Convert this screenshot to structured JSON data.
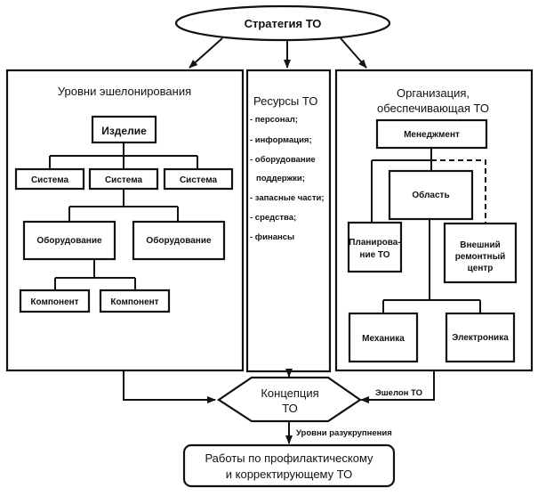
{
  "strategy": "Стратегия ТО",
  "echelon_levels": {
    "title": "Уровни эшелонирования",
    "product": "Изделие",
    "systems": [
      "Система",
      "Система",
      "Система"
    ],
    "equipment": [
      "Оборудование",
      "Оборудование"
    ],
    "components": [
      "Компонент",
      "Компонент"
    ]
  },
  "resources": {
    "title": "Ресурсы ТО",
    "items": [
      "- персонал;",
      "- информация;",
      "- оборудование",
      "поддержки;",
      "- запасные части;",
      "- средства;",
      "- финансы"
    ]
  },
  "organization": {
    "title_line1": "Организация,",
    "title_line2": "обеспечивающая ТО",
    "management": "Менеджмент",
    "area": "Область",
    "planning_line1": "Планирова-",
    "planning_line2": "ние ТО",
    "external_line1": "Внешний",
    "external_line2": "ремонтный",
    "external_line3": "центр",
    "mechanics": "Механика",
    "electronics": "Электроника"
  },
  "concept": {
    "line1": "Концепция",
    "line2": "ТО"
  },
  "labels": {
    "echelon_to": "Эшелон ТО",
    "breakdown_levels": "Уровни разукрупнения"
  },
  "result": {
    "line1": "Работы по профилактическому",
    "line2": "и корректирующему ТО"
  }
}
